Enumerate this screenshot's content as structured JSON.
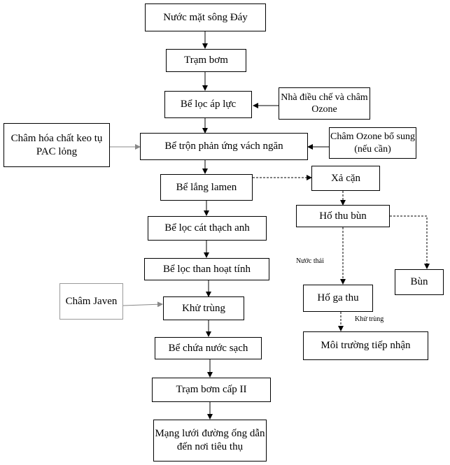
{
  "nodes": {
    "source": "Nước mặt sông Đáy",
    "pump_station": "Trạm bơm",
    "pressure_filter": "Bể lọc áp lực",
    "ozone_plant": "Nhà điều chế và châm Ozone",
    "pac_dosing": "Châm hóa chất keo tụ PAC lỏng",
    "baffled_mixing": "Bể trộn phản ứng vách ngăn",
    "ozone_extra": "Châm Ozone bổ sung (nếu cần)",
    "lamella_settling": "Bể lắng lamen",
    "sludge_discharge": "Xả cặn",
    "quartz_sand_filter": "Bể lọc cát thạch anh",
    "sludge_pit": "Hố thu bùn",
    "activated_carbon_filter": "Bể lọc than hoạt tính",
    "sludge": "Bùn",
    "javen_dosing": "Châm Javen",
    "disinfection": "Khử trùng",
    "collection_pit": "Hố ga thu",
    "clean_water_tank": "Bể chứa nước sạch",
    "receiving_environment": "Môi trường tiếp nhận",
    "pump_station_2": "Trạm bơm cấp II",
    "distribution_network": "Mạng lưới đường ống dẫn đến nơi tiêu thụ"
  },
  "edge_labels": {
    "wastewater": "Nước thải",
    "disinfection": "Khử trùng"
  }
}
